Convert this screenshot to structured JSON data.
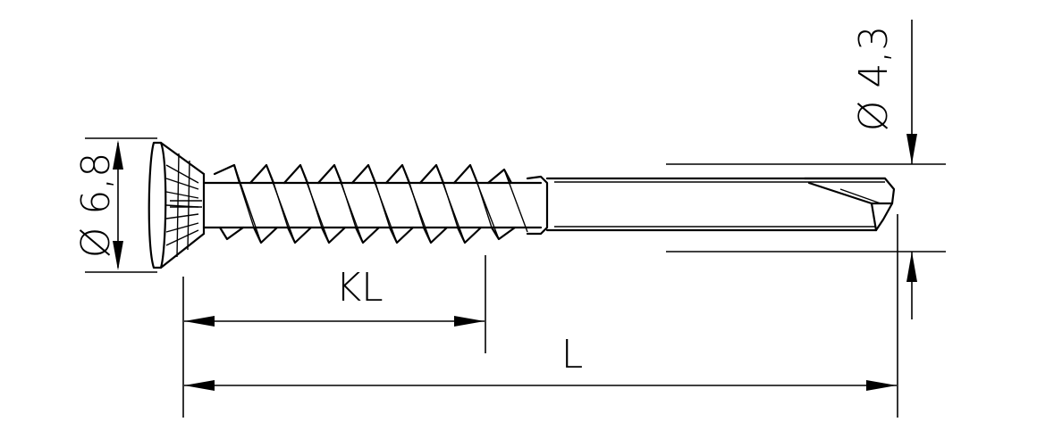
{
  "labels": {
    "head_diameter": "Ø 6,8",
    "shank_diameter": "Ø 4,3",
    "thread_length": "KL",
    "total_length": "L"
  },
  "colors": {
    "line": "#000000",
    "background": "#ffffff"
  }
}
